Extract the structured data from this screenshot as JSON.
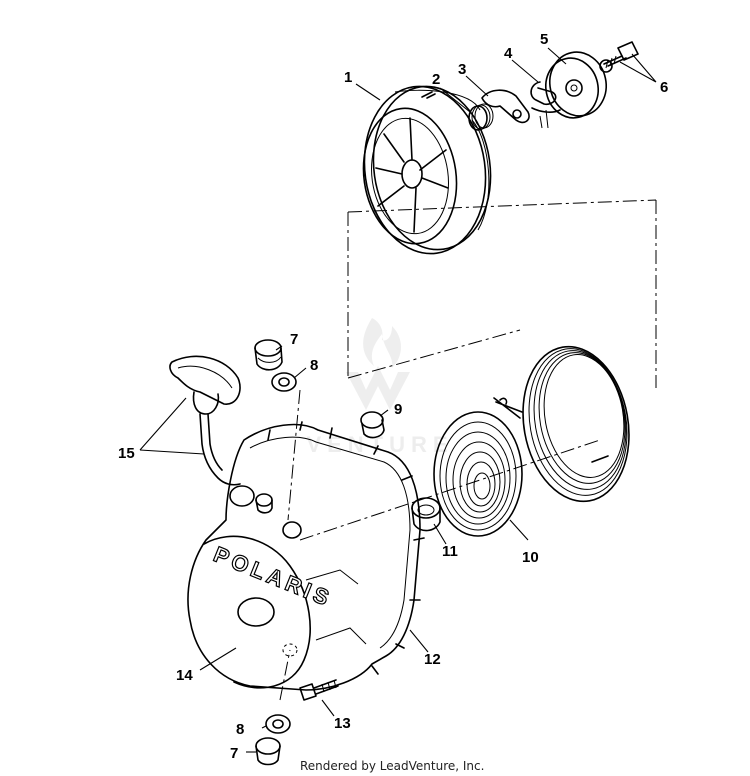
{
  "callouts": {
    "c1": "1",
    "c2": "2",
    "c3": "3",
    "c4": "4",
    "c5": "5",
    "c6": "6",
    "c7a": "7",
    "c8a": "8",
    "c9": "9",
    "c10": "10",
    "c11": "11",
    "c12": "12",
    "c13": "13",
    "c14": "14",
    "c15": "15",
    "c8b": "8",
    "c7b": "7"
  },
  "cover_logo": "POLARIS",
  "watermark": "VENTURE",
  "credit": "Rendered by LeadVenture, Inc."
}
